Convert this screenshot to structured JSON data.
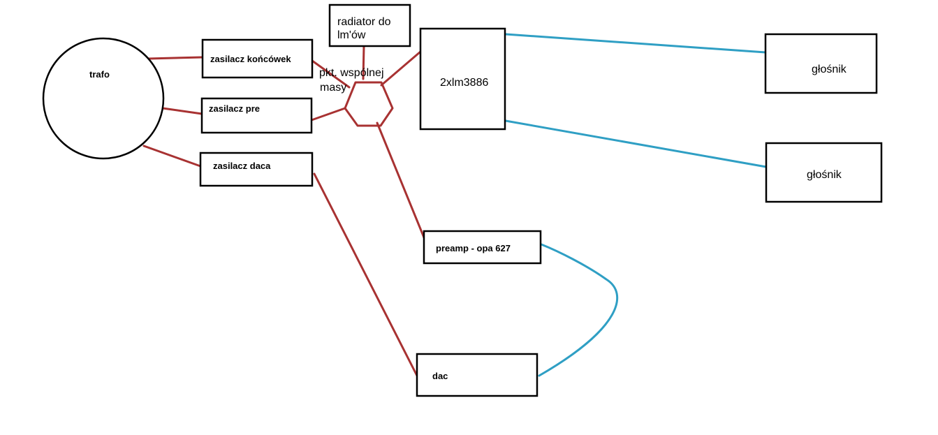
{
  "colors": {
    "power_wire": "#a83232",
    "signal_wire": "#2f9fc4",
    "outline": "#000000",
    "background": "#ffffff"
  },
  "nodes": {
    "trafo": "trafo",
    "psu_power_amp": "zasilacz końcówek",
    "psu_pre": "zasilacz pre",
    "psu_dac": "zasilacz daca",
    "heatsink_line1": "radiator do",
    "heatsink_line2": "lm'ów",
    "ground_line1": "pkt. wspólnej",
    "ground_line2": "masy",
    "amplifier": "2xlm3886",
    "speaker_1": "głośnik",
    "speaker_2": "głośnik",
    "preamp": "preamp - opa 627",
    "dac": "dac"
  }
}
